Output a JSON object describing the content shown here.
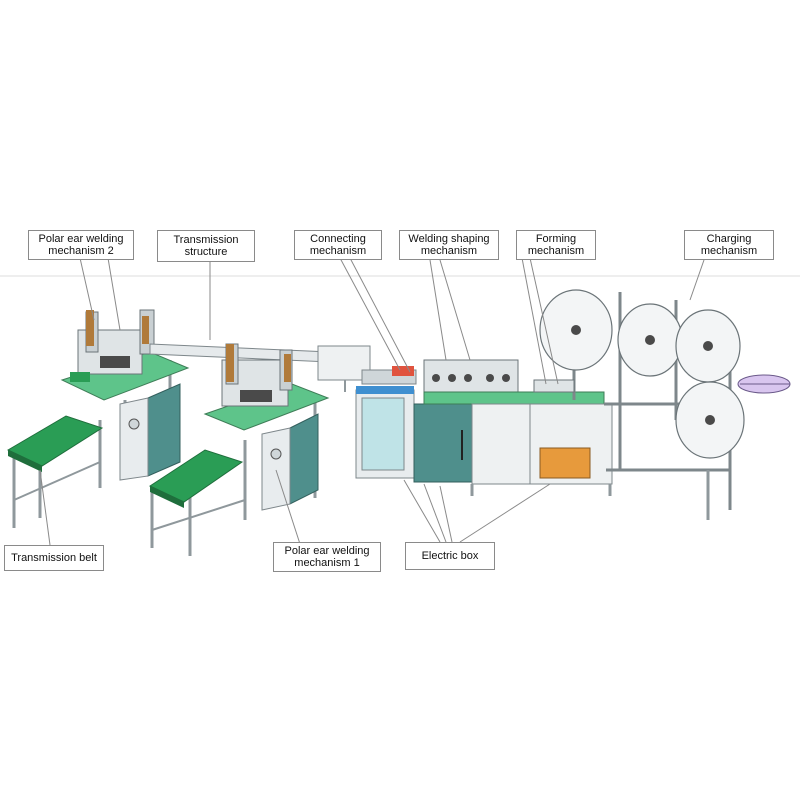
{
  "labels": {
    "polar_ear_welding_2": "Polar ear welding\nmechanism 2",
    "transmission_structure": "Transmission\nstructure",
    "connecting_mechanism": "Connecting\nmechanism",
    "welding_shaping_mechanism": "Welding shaping\nmechanism",
    "forming_mechanism": "Forming\nmechanism",
    "charging_mechanism": "Charging\nmechanism",
    "transmission_belt": "Transmission belt",
    "polar_ear_welding_1": "Polar ear welding\nmechanism 1",
    "electric_box": "Electric box"
  },
  "colors": {
    "belt_green": "#2a9d55",
    "deck_green": "#5ec48a",
    "panel_teal": "#4f8f8c",
    "frame_gray": "#9aa3a7",
    "leader_line": "#8a8a8a",
    "accent_brown": "#b07a3a",
    "accent_orange": "#e79a3c"
  }
}
